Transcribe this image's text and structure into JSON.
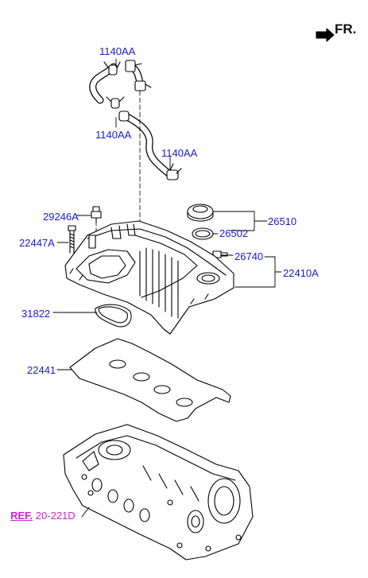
{
  "orientation_mark": {
    "text": "FR.",
    "icon": "front-arrow-icon"
  },
  "callouts": [
    {
      "id": "clamp-top",
      "part_no": "1140AA"
    },
    {
      "id": "clamp-mid",
      "part_no": "1140AA"
    },
    {
      "id": "clamp-right",
      "part_no": "1140AA"
    },
    {
      "id": "pcv-valve",
      "part_no": "29246A"
    },
    {
      "id": "cover-bolt",
      "part_no": "22447A"
    },
    {
      "id": "oil-filler-cap",
      "part_no": "26510"
    },
    {
      "id": "filler-cap-gasket",
      "part_no": "26502"
    },
    {
      "id": "oil-temp-sensor",
      "part_no": "26740"
    },
    {
      "id": "rocker-cover-assy",
      "part_no": "22410A"
    },
    {
      "id": "spark-plug-seal",
      "part_no": "31822"
    },
    {
      "id": "rocker-cover-gasket",
      "part_no": "22441"
    }
  ],
  "reference": {
    "prefix": "REF.",
    "code": "20-221D"
  },
  "colors": {
    "callout_text": "#1a1ad0",
    "reference_text": "#d81fd8",
    "line_art": "#000000"
  }
}
